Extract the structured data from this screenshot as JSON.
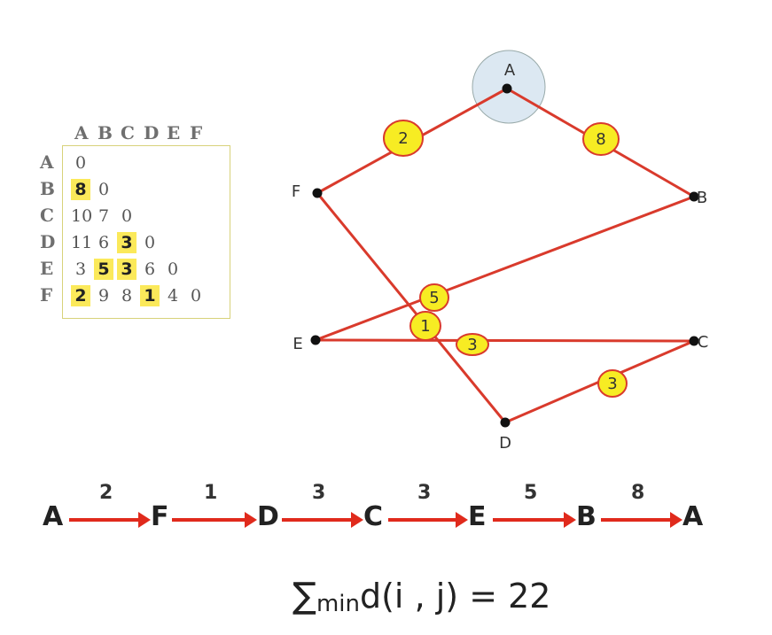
{
  "matrix": {
    "col_headers": [
      "A",
      "B",
      "C",
      "D",
      "E",
      "F"
    ],
    "row_headers": [
      "A",
      "B",
      "C",
      "D",
      "E",
      "F"
    ],
    "rows": [
      [
        {
          "v": "0",
          "hl": false
        }
      ],
      [
        {
          "v": "8",
          "hl": true
        },
        {
          "v": "0",
          "hl": false
        }
      ],
      [
        {
          "v": "10",
          "hl": false
        },
        {
          "v": "7",
          "hl": false
        },
        {
          "v": "0",
          "hl": false
        }
      ],
      [
        {
          "v": "11",
          "hl": false
        },
        {
          "v": "6",
          "hl": false
        },
        {
          "v": "3",
          "hl": true
        },
        {
          "v": "0",
          "hl": false
        }
      ],
      [
        {
          "v": "3",
          "hl": false
        },
        {
          "v": "5",
          "hl": true
        },
        {
          "v": "3",
          "hl": true
        },
        {
          "v": "6",
          "hl": false
        },
        {
          "v": "0",
          "hl": false
        }
      ],
      [
        {
          "v": "2",
          "hl": true
        },
        {
          "v": "9",
          "hl": false
        },
        {
          "v": "8",
          "hl": false
        },
        {
          "v": "1",
          "hl": true
        },
        {
          "v": "4",
          "hl": false
        },
        {
          "v": "0",
          "hl": false
        }
      ]
    ],
    "highlight_color": "#fbe95a"
  },
  "graph": {
    "nodes": [
      "A",
      "B",
      "C",
      "D",
      "E",
      "F"
    ],
    "edges": [
      {
        "from": "A",
        "to": "F",
        "weight": "2"
      },
      {
        "from": "A",
        "to": "B",
        "weight": "8"
      },
      {
        "from": "F",
        "to": "D",
        "weight": "1"
      },
      {
        "from": "B",
        "to": "E",
        "weight": "5"
      },
      {
        "from": "E",
        "to": "C",
        "weight": "3"
      },
      {
        "from": "C",
        "to": "D",
        "weight": "3"
      }
    ],
    "edge_color": "#d93a2c",
    "weight_fill": "#f7ec23",
    "start_highlight_color": "#dce8f2"
  },
  "tour": {
    "nodes": [
      "A",
      "F",
      "D",
      "C",
      "E",
      "B",
      "A"
    ],
    "weights": [
      "2",
      "1",
      "3",
      "3",
      "5",
      "8"
    ],
    "arrow_color": "#e02a1c"
  },
  "formula": {
    "sigma": "∑",
    "sub": "min",
    "expr": "d(i , j) = 22"
  }
}
